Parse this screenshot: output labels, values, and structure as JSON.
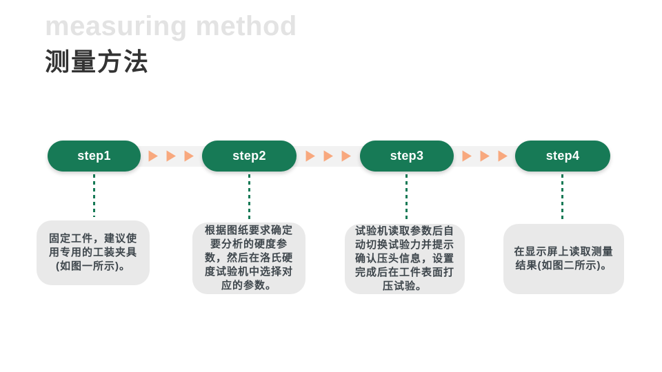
{
  "slide": {
    "title_en": "measuring method",
    "title_cn": "测量方法"
  },
  "colors": {
    "step-green": "#177A56",
    "arrow-orange": "#F8A87E",
    "band-gray": "#F2F2F2",
    "box-gray": "#E9E9E9",
    "title-light-gray": "#E3E3E3",
    "title-dark": "#333333",
    "box-text": "#3E464C",
    "step-label": "#FFFFFF"
  },
  "steps": [
    {
      "label": "step1",
      "description_lines": [
        "固定工件，建议使",
        "用专用的工装夹具",
        "(如图一所示)。"
      ]
    },
    {
      "label": "step2",
      "description_lines": [
        "根据图纸要求确定",
        "要分析的硬度参",
        "数，然后在洛氏硬",
        "度试验机中选择对",
        "应的参数。"
      ]
    },
    {
      "label": "step3",
      "description_lines": [
        "试验机读取参数后自",
        "动切换试验力并提示",
        "确认压头信息，设置",
        "完成后在工件表面打",
        "压试验。"
      ]
    },
    {
      "label": "step4",
      "description_lines": [
        "在显示屏上读取测量",
        "结果(如图二所示)。"
      ]
    }
  ]
}
